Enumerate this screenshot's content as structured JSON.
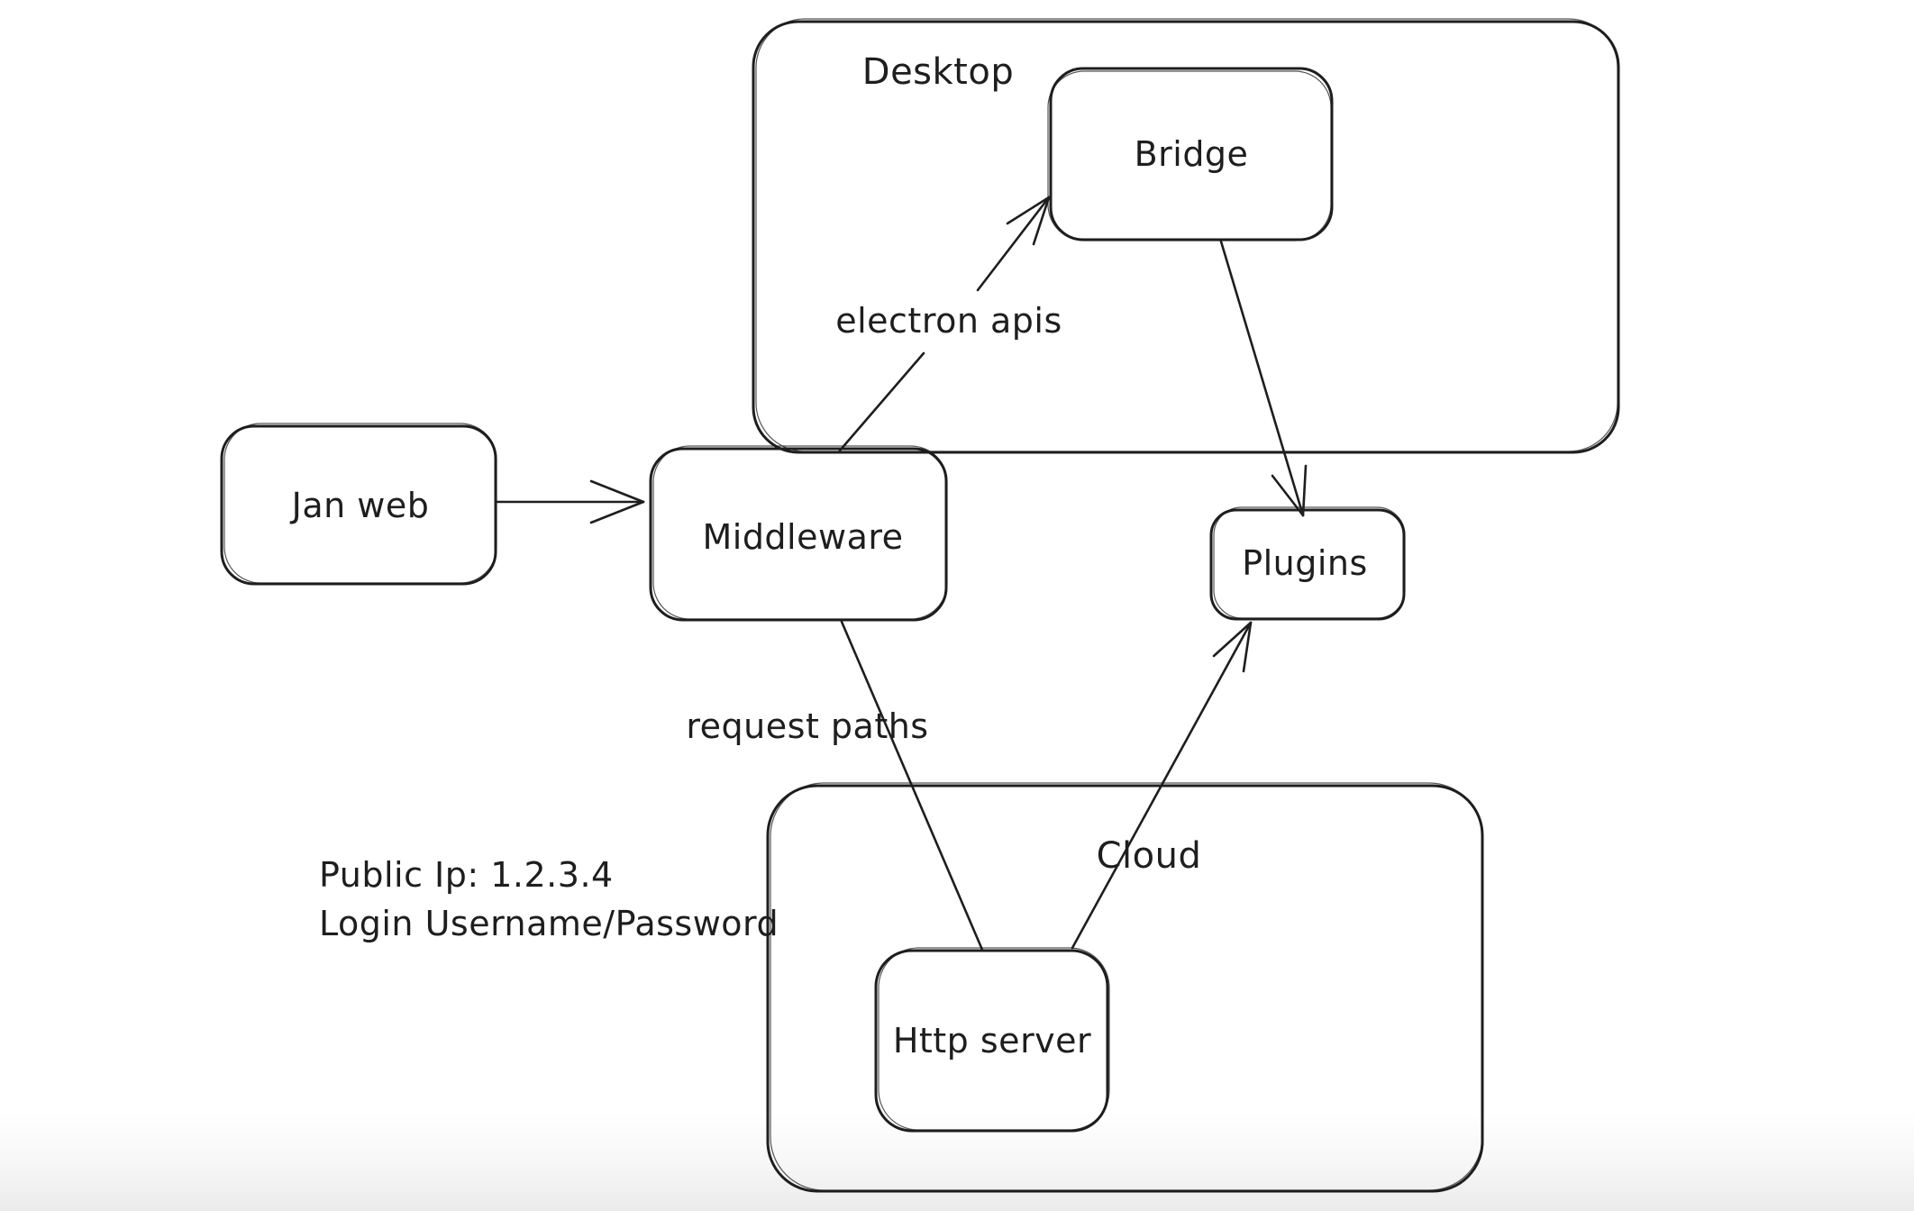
{
  "canvas": {
    "background_color": "#ffffff",
    "stroke_color": "#1e1e1e",
    "bottom_fade_color": "#ededed"
  },
  "diagram": {
    "containers": [
      {
        "id": "desktop",
        "label": "Desktop"
      },
      {
        "id": "cloud",
        "label": "Cloud"
      }
    ],
    "nodes": [
      {
        "id": "jan-web",
        "label": "Jan web"
      },
      {
        "id": "middleware",
        "label": "Middleware"
      },
      {
        "id": "bridge",
        "label": "Bridge"
      },
      {
        "id": "plugins",
        "label": "Plugins"
      },
      {
        "id": "http-server",
        "label": "Http server"
      }
    ],
    "edges": [
      {
        "from": "jan-web",
        "to": "middleware",
        "label": "",
        "arrowhead": true
      },
      {
        "from": "middleware",
        "to": "bridge",
        "label": "electron apis",
        "arrowhead": true
      },
      {
        "from": "bridge",
        "to": "plugins",
        "label": "",
        "arrowhead": true
      },
      {
        "from": "middleware",
        "to": "http-server",
        "label": "request paths",
        "arrowhead": false
      },
      {
        "from": "http-server",
        "to": "plugins",
        "label": "",
        "arrowhead": true
      }
    ],
    "annotations": [
      {
        "id": "credentials-note",
        "lines": [
          "Public Ip: 1.2.3.4",
          "Login Username/Password"
        ]
      }
    ]
  }
}
